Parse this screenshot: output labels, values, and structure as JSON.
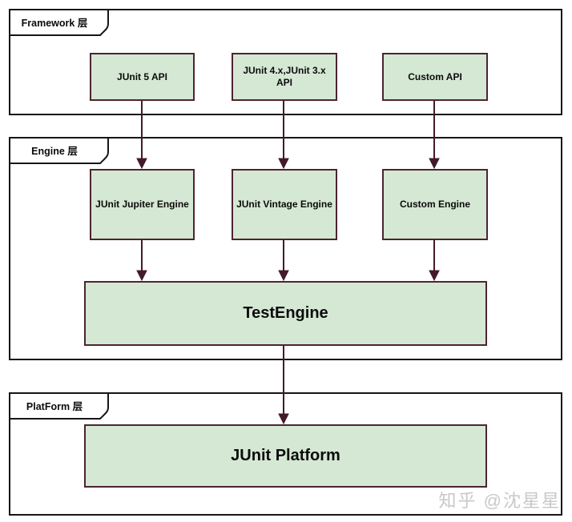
{
  "sections": {
    "framework": {
      "label": "Framework 层"
    },
    "engine": {
      "label": "Engine 层"
    },
    "platform": {
      "label": "PlatForm 层"
    }
  },
  "nodes": {
    "junit5_api": {
      "label": "JUnit 5 API"
    },
    "junit4x_api": {
      "label": "JUnit 4.x,JUnit 3.x API"
    },
    "custom_api": {
      "label": "Custom API"
    },
    "jupiter_engine": {
      "label": "JUnit Jupiter Engine"
    },
    "vintage_engine": {
      "label": "JUnit Vintage Engine"
    },
    "custom_engine": {
      "label": "Custom Engine"
    },
    "test_engine": {
      "label": "TestEngine"
    },
    "junit_platform": {
      "label": "JUnit Platform"
    }
  },
  "edges": [
    {
      "from": "junit5_api",
      "to": "jupiter_engine"
    },
    {
      "from": "junit4x_api",
      "to": "vintage_engine"
    },
    {
      "from": "custom_api",
      "to": "custom_engine"
    },
    {
      "from": "jupiter_engine",
      "to": "test_engine"
    },
    {
      "from": "vintage_engine",
      "to": "test_engine"
    },
    {
      "from": "custom_engine",
      "to": "test_engine"
    },
    {
      "from": "test_engine",
      "to": "junit_platform"
    }
  ],
  "colors": {
    "node_fill": "#d5e8d4",
    "node_border": "#4d2430",
    "arrow": "#431a2b",
    "section_border": "#161616"
  },
  "watermark": {
    "text": "知乎 @沈星星",
    "color": "#c8c8c8"
  }
}
